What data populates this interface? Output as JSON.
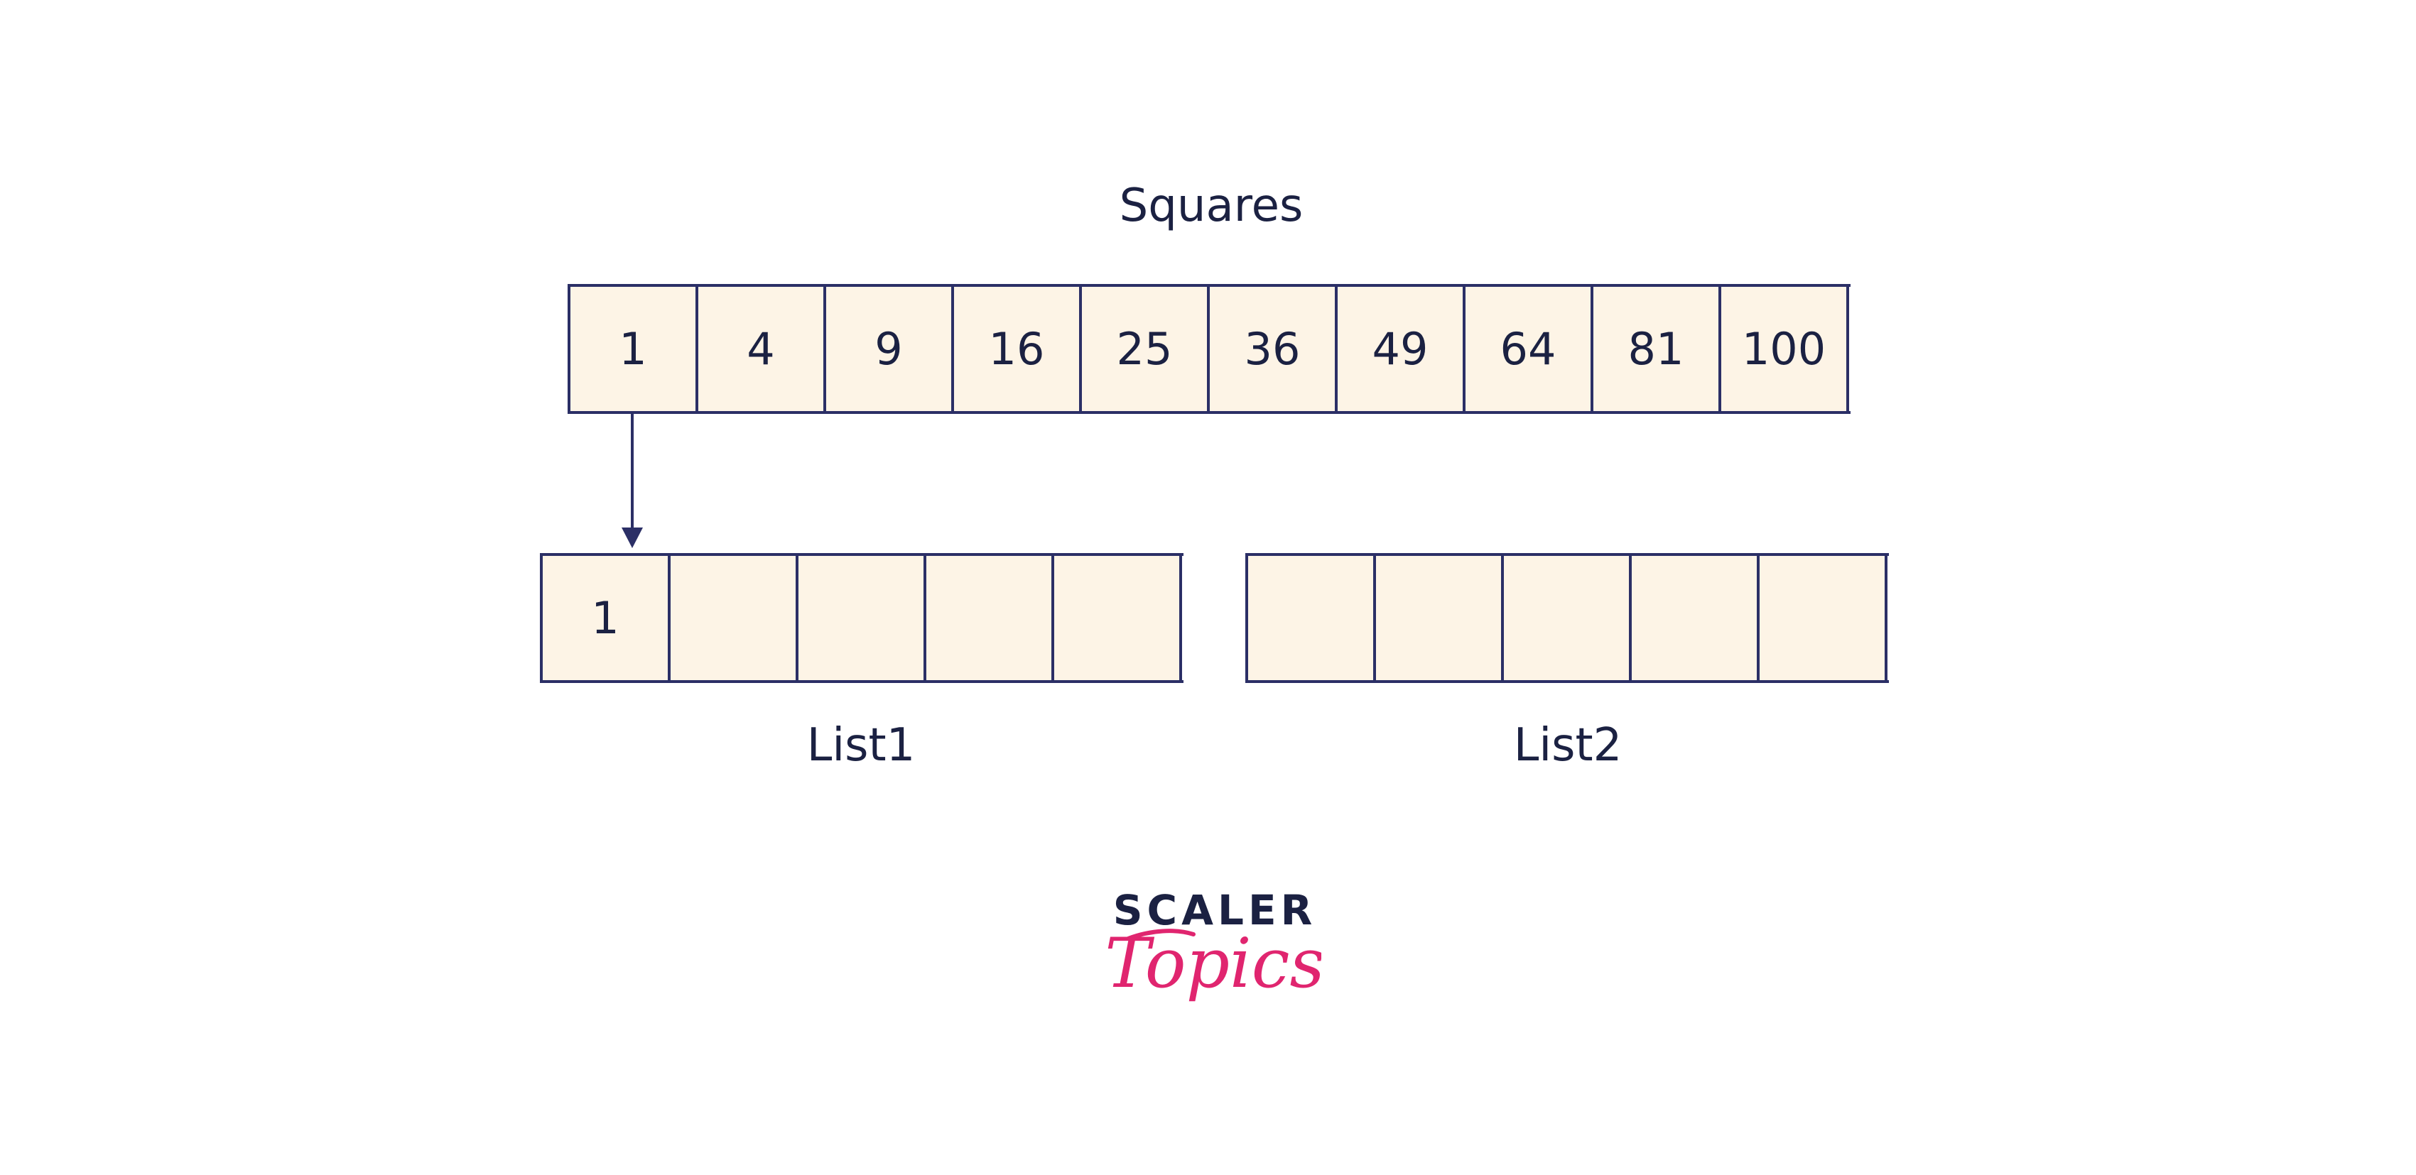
{
  "diagram": {
    "squares_title": "Squares",
    "squares": [
      "1",
      "4",
      "9",
      "16",
      "25",
      "36",
      "49",
      "64",
      "81",
      "100"
    ],
    "list1": [
      "1",
      "",
      "",
      "",
      ""
    ],
    "list1_label": "List1",
    "list2": [
      "",
      "",
      "",
      "",
      ""
    ],
    "list2_label": "List2"
  },
  "logo": {
    "line1": "SCALER",
    "line2": "Topics"
  },
  "colors": {
    "border": "#2b2f66",
    "cell_fill": "#fdf4e6",
    "text": "#1b2142",
    "brand_pink": "#e0256f"
  }
}
